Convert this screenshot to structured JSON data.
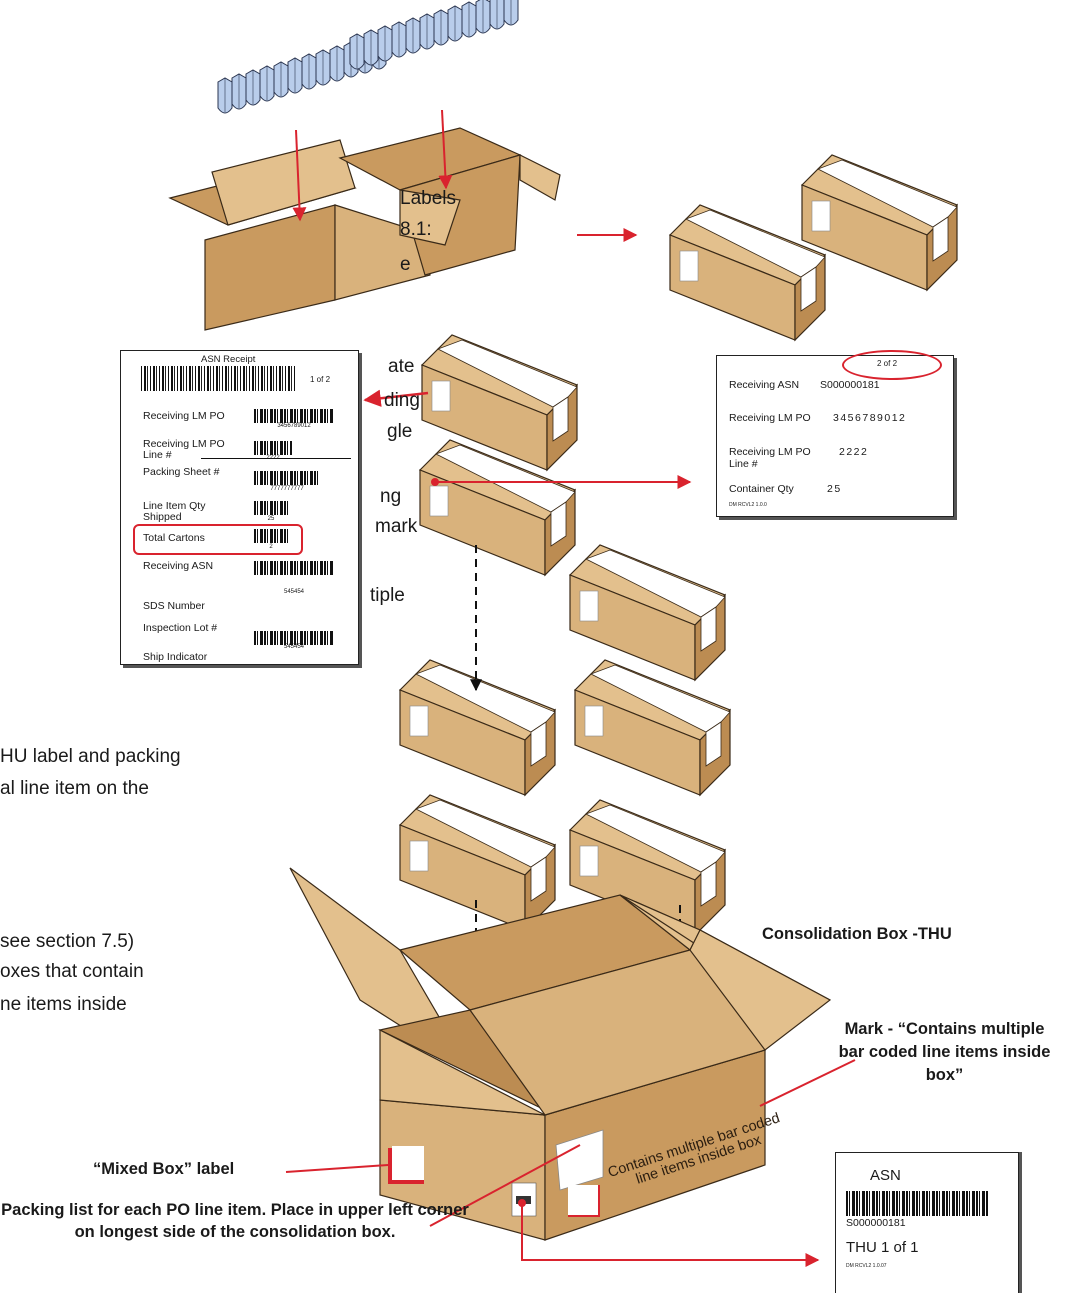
{
  "side_text": {
    "l1": "Labels",
    "l2": "8.1:",
    "l3": "e",
    "l4": "ate",
    "l5": "ding",
    "l6": "gle",
    "l7": "ng",
    "l8": "mark",
    "l9": "tiple",
    "l10": "HU label and packing",
    "l11": "al line item on the",
    "l12": "see section 7.5)",
    "l13": "oxes that contain",
    "l14": "ne items inside"
  },
  "asn_receipt": {
    "title": "ASN Receipt",
    "page": "1 of 2",
    "rows": [
      "Receiving LM PO",
      "Receiving LM PO Line #",
      "Packing Sheet #",
      "Line Item Qty Shipped",
      "Total Cartons",
      "Receiving ASN",
      "SDS Number",
      "Inspection Lot #",
      "Ship Indicator"
    ],
    "codes": [
      "3456789012",
      "2222",
      "7777777777",
      "25",
      "2",
      "545454",
      "545454"
    ]
  },
  "right_label": {
    "page": "2 of 2",
    "rows": [
      {
        "label": "Receiving ASN",
        "value": "S000000181"
      },
      {
        "label": "Receiving LM PO",
        "value": "3456789012"
      },
      {
        "label": "Receiving LM PO Line #",
        "value": "2222"
      },
      {
        "label": "Container Qty",
        "value": "25"
      }
    ],
    "footer": "DM RCVL2 1.0.0"
  },
  "captions": {
    "consolidation": "Consolidation Box -THU",
    "mark": "Mark - “Contains multiple bar coded line items inside box”",
    "box_side": "Contains multiple bar coded line items inside box",
    "mixed_box": "“Mixed Box” label",
    "packing_list": "Packing list for each PO line item. Place in upper left corner on longest side of the consolidation box."
  },
  "thu_label": {
    "title": "ASN",
    "code": "S000000181",
    "thu": "THU 1 of 1",
    "footer": "DM RCVL2 1.0.07"
  },
  "colors": {
    "cardboard_light": "#D9B27C",
    "cardboard_mid": "#C99A5F",
    "cardboard_dark": "#B7864B",
    "arrow_red": "#D9232E",
    "product_blue": "#B9CDEB"
  }
}
